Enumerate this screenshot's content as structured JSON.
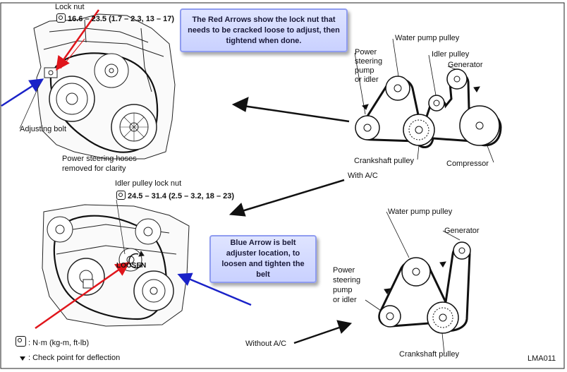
{
  "callouts": {
    "red_arrows": "The Red Arrows show the lock nut that needs to be cracked loose to adjust, then tightend when done.",
    "blue_arrow": "Blue Arrow is belt adjuster location, to loosen and tighten the belt"
  },
  "top_diagram": {
    "lock_nut_label": "Lock nut",
    "lock_nut_torque": "16.6 – 23.5 (1.7 – 2.3, 13 – 17)",
    "adjusting_bolt": "Adjusting bolt",
    "hoses_note_line1": "Power steering hoses",
    "hoses_note_line2": "removed for clarity"
  },
  "with_ac": {
    "title": "With A/C",
    "water_pump_pulley": "Water pump pulley",
    "idler_pulley": "Idler pulley",
    "generator": "Generator",
    "power_steering_line1": "Power",
    "power_steering_line2": "steering",
    "power_steering_line3": "pump",
    "power_steering_line4": "or idler",
    "crankshaft_pulley": "Crankshaft pulley",
    "compressor": "Compressor"
  },
  "bottom_diagram": {
    "idler_lock_nut_label": "Idler pulley lock nut",
    "idler_lock_nut_torque": "24.5 – 31.4 (2.5 – 3.2, 18 – 23)",
    "loosen_label": "LOOSEN"
  },
  "without_ac": {
    "title": "Without A/C",
    "water_pump_pulley": "Water pump pulley",
    "generator": "Generator",
    "power_steering_line1": "Power",
    "power_steering_line2": "steering",
    "power_steering_line3": "pump",
    "power_steering_line4": "or idler",
    "crankshaft_pulley": "Crankshaft pulley"
  },
  "legend": {
    "torque_units": ": N·m (kg-m, ft-lb)",
    "check_point": ": Check point for deflection"
  },
  "figure_code": "LMA011",
  "colors": {
    "red_arrow": "#e0151b",
    "blue_arrow": "#1a22c8",
    "callout_bg": "#d6dcff"
  }
}
